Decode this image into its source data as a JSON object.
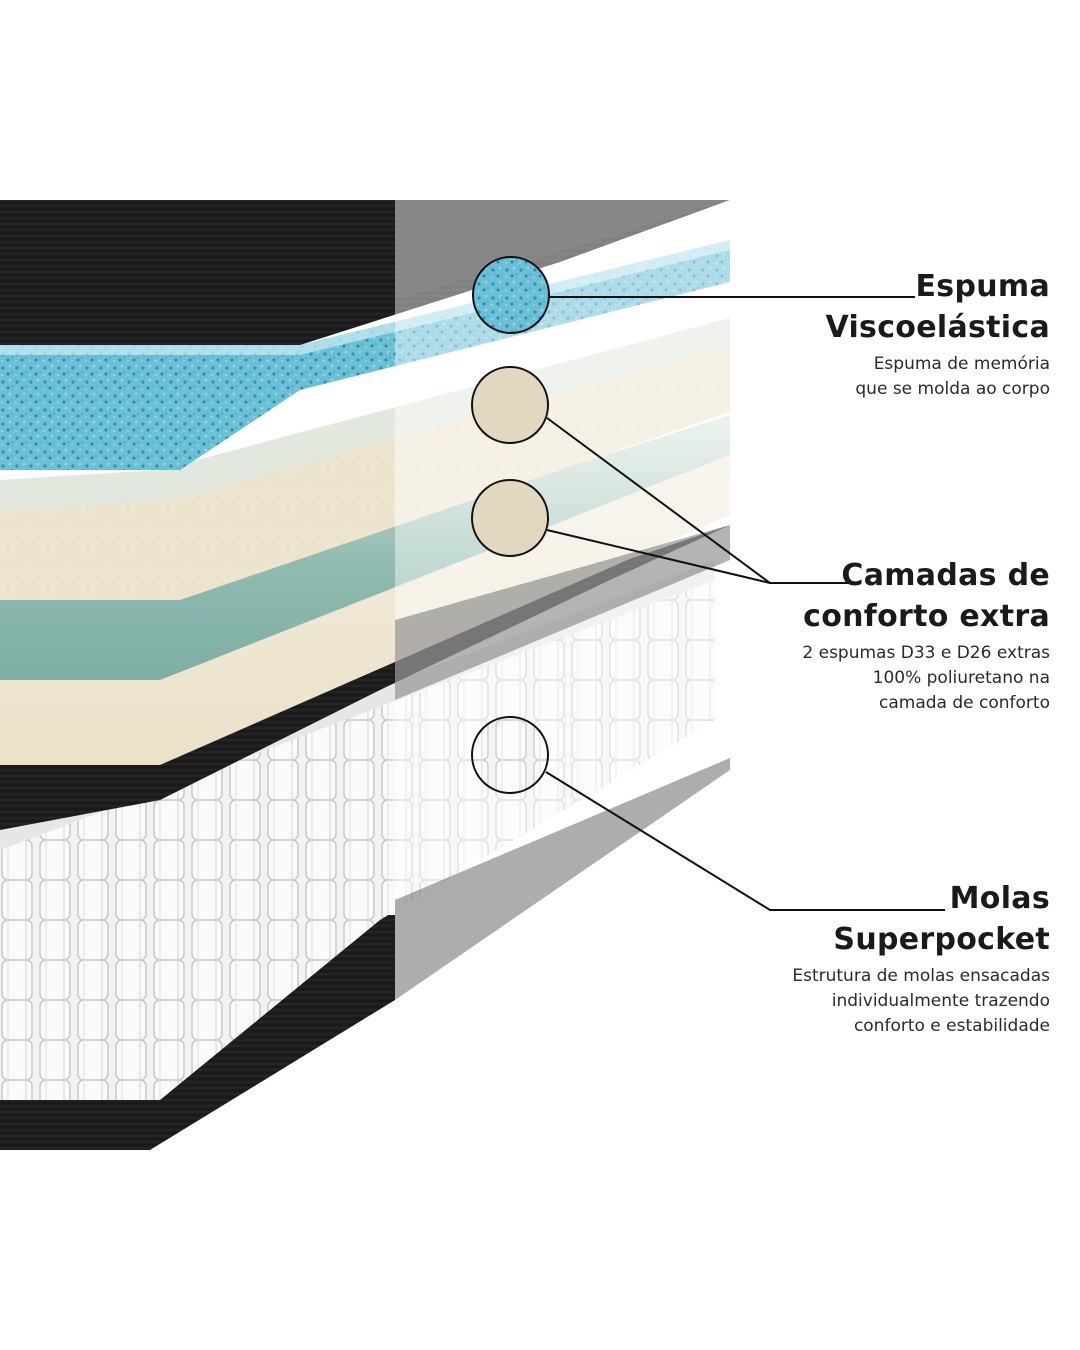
{
  "labels": [
    {
      "id": "visco",
      "title_line1": "Espuma",
      "title_line2": "Viscoelástica",
      "desc": [
        "Espuma de memória",
        "que se molda ao corpo"
      ]
    },
    {
      "id": "conforto",
      "title_line1": "Camadas de",
      "title_line2": "conforto extra",
      "desc": [
        "2 espumas D33 e D26 extras",
        "100% poliuretano na",
        "camada de conforto"
      ]
    },
    {
      "id": "molas",
      "title_line1": "Molas",
      "title_line2": "Superpocket",
      "desc": [
        "Estrutura de molas ensacadas",
        "individualmente trazendo",
        "conforto e estabilidade"
      ]
    }
  ],
  "colors": {
    "fabric_dark": "#1c1c1c",
    "visco_blue": "#59b4cc",
    "foam_cream": "#ece3cd",
    "foam_green": "#7fb4ab",
    "spring_white": "#eeeeee",
    "callout_line": "#111111"
  }
}
